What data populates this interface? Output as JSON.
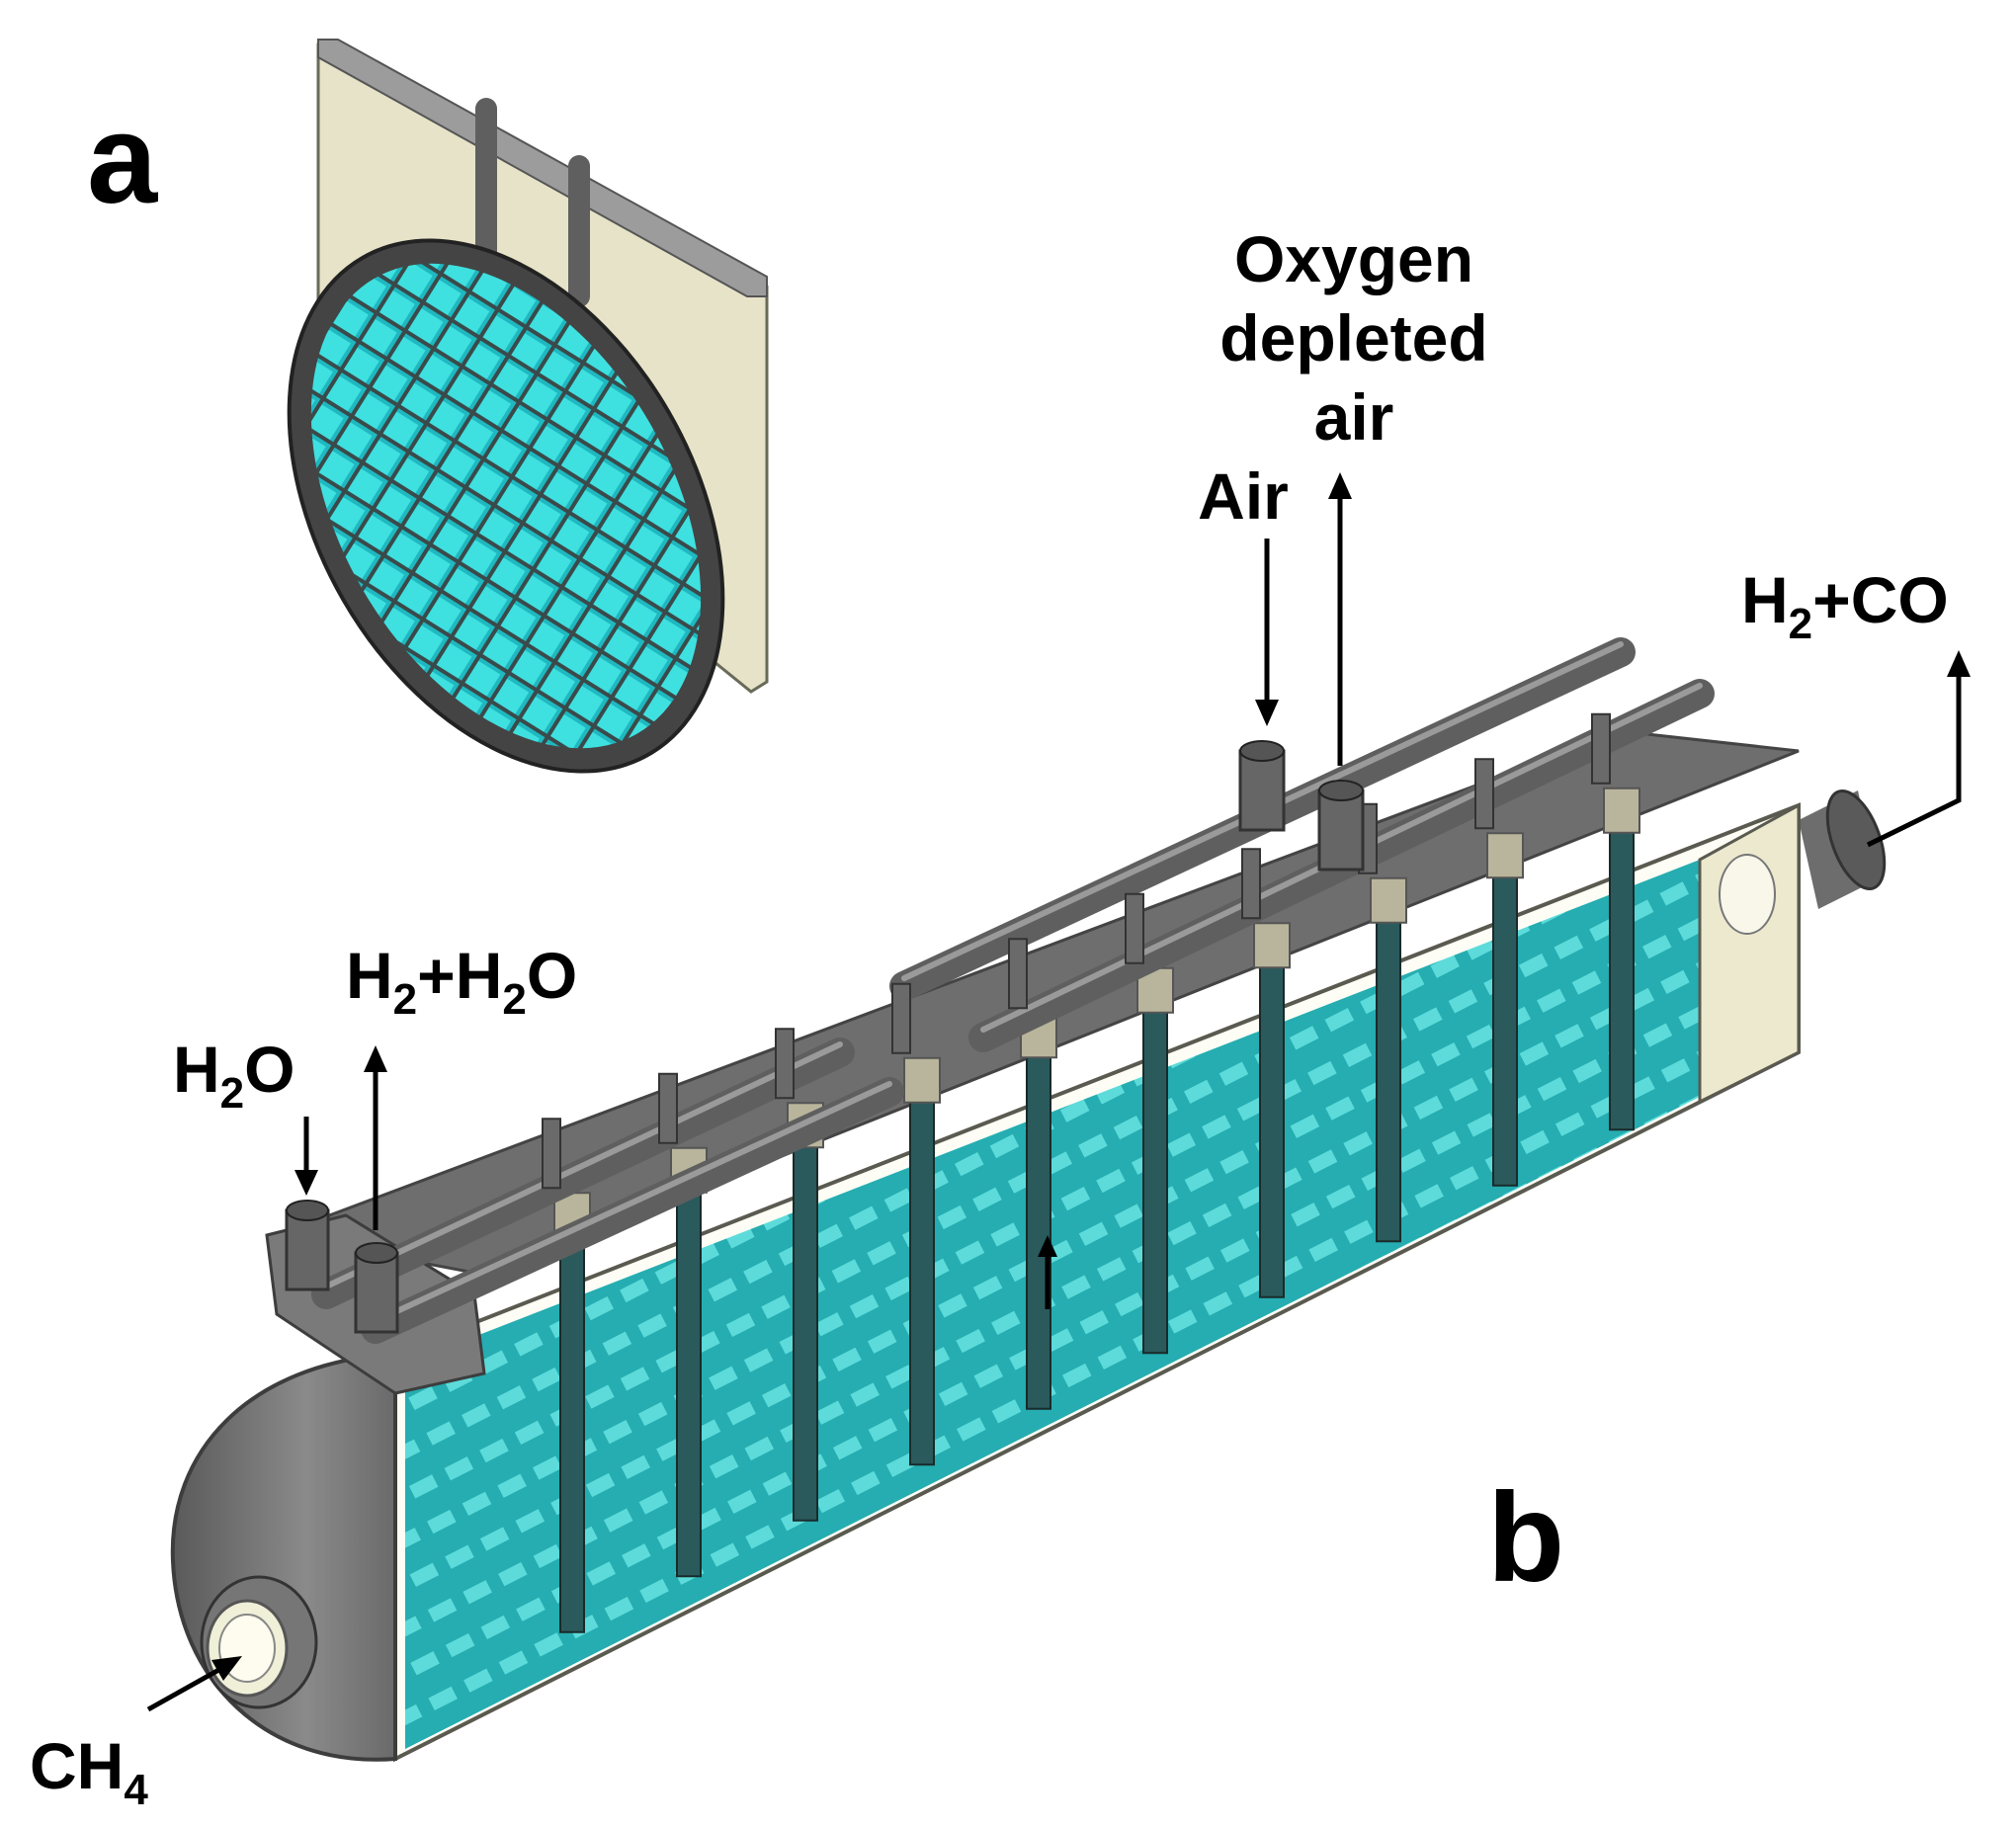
{
  "panels": {
    "a": "a",
    "b": "b"
  },
  "labels": {
    "oxygen_line1": "Oxygen",
    "oxygen_line2": "depleted",
    "oxygen_line3": "air",
    "air": "Air",
    "h2_co": {
      "p1": "H",
      "sub1": "2",
      "p2": "+CO"
    },
    "h2_h2o": {
      "p1": "H",
      "sub1": "2",
      "p2": "+H",
      "sub2": "2",
      "p3": "O"
    },
    "h2o": {
      "p1": "H",
      "sub1": "2",
      "p2": "O"
    },
    "ch4": {
      "p1": "CH",
      "sub1": "4"
    }
  },
  "colors": {
    "membrane": "#2ec8cc",
    "metal": "#7a7a7a",
    "metal_dark": "#4f4f4f",
    "housing_light": "#e6e3c8",
    "frame": "#b8b59c"
  },
  "module_count": 11
}
